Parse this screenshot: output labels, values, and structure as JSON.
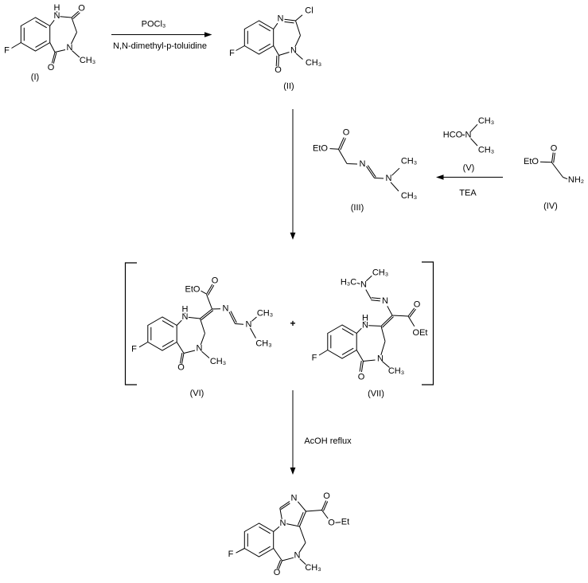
{
  "colors": {
    "ink": "#000000",
    "bg": "#ffffff"
  },
  "compounds": {
    "i": {
      "caption": "(I)",
      "labels": {
        "h": "H",
        "n1": "N",
        "o2": "O",
        "n4": "N",
        "n_ch3": "CH₃",
        "o5": "O",
        "f": "F"
      }
    },
    "ii": {
      "caption": "(II)",
      "labels": {
        "n1": "N",
        "cl": "Cl",
        "n4": "N",
        "n_ch3": "CH₃",
        "o5": "O",
        "f": "F"
      }
    },
    "iii": {
      "caption": "(III)",
      "labels": {
        "eto": "EtO",
        "o": "O",
        "n_imine": "N",
        "n_amine": "N",
        "ch3_top": "CH₃",
        "ch3_bot": "CH₃"
      }
    },
    "iv": {
      "caption": "(IV)",
      "labels": {
        "eto": "EtO",
        "o": "O",
        "nh2": "NH₂"
      }
    },
    "v": {
      "caption": "(V)",
      "labels": {
        "hco": "HCO",
        "n": "N",
        "ch3_top": "CH₃",
        "ch3_bot": "CH₃"
      }
    },
    "vi": {
      "caption": "(VI)",
      "labels": {
        "eto": "EtO",
        "o_ester": "O",
        "h": "H",
        "n1": "N",
        "n_imine": "N",
        "n_amine": "N",
        "ch3_top": "CH₃",
        "ch3_bot": "CH₃",
        "n4": "N",
        "n_ch3": "CH₃",
        "o5": "O",
        "f": "F"
      }
    },
    "vii": {
      "caption": "(VII)",
      "labels": {
        "ch3_top": "CH₃",
        "h3c": "H₃C",
        "n_amine": "N",
        "n_imine": "N",
        "o_ester": "O",
        "oet": "OEt",
        "h": "H",
        "n1": "N",
        "n4": "N",
        "n_ch3": "CH₃",
        "o5": "O",
        "f": "F"
      }
    },
    "product": {
      "labels": {
        "n3": "N",
        "n1": "N",
        "o_ester": "O",
        "o_single": "O",
        "et": "Et",
        "n5": "N",
        "n_ch3": "CH₃",
        "o6": "O",
        "f": "F"
      }
    }
  },
  "reagents": {
    "step1_above": "POCl₃",
    "step1_below": "N,N-dimethyl-p-toluidine",
    "step2_below": "TEA",
    "step3_label": "AcOH reflux",
    "plus": "+"
  }
}
